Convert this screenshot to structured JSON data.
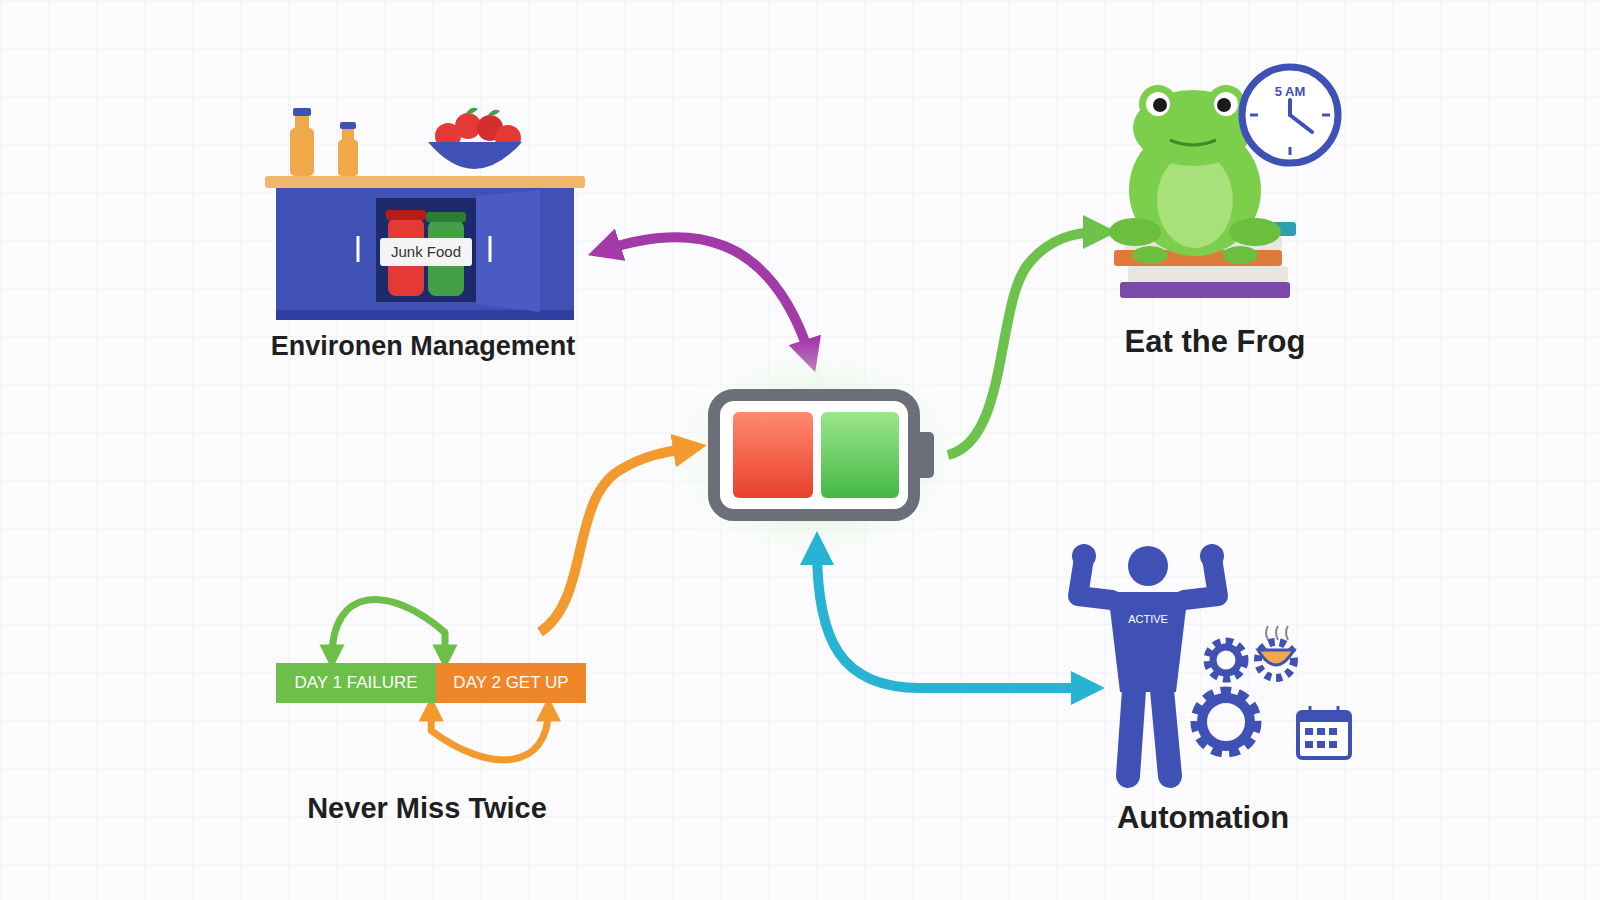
{
  "diagram": {
    "nodes": [
      {
        "text": [
          "DAY 1 FAILURE"
        ]
      },
      {
        "text": [
          "DAY 2 GET UP"
        ]
      }
    ],
    "edges": [
      {
        "from": 0,
        "to": 1,
        "arrow": "both"
      },
      {
        "from": 1,
        "to": 0,
        "arrow": "both"
      }
    ],
    "labels": [
      "Junk Food",
      "Environen Management",
      "5 AM",
      "Eat the Frog",
      "ACTIVE",
      "Automation",
      "Never Miss Twice"
    ]
  }
}
